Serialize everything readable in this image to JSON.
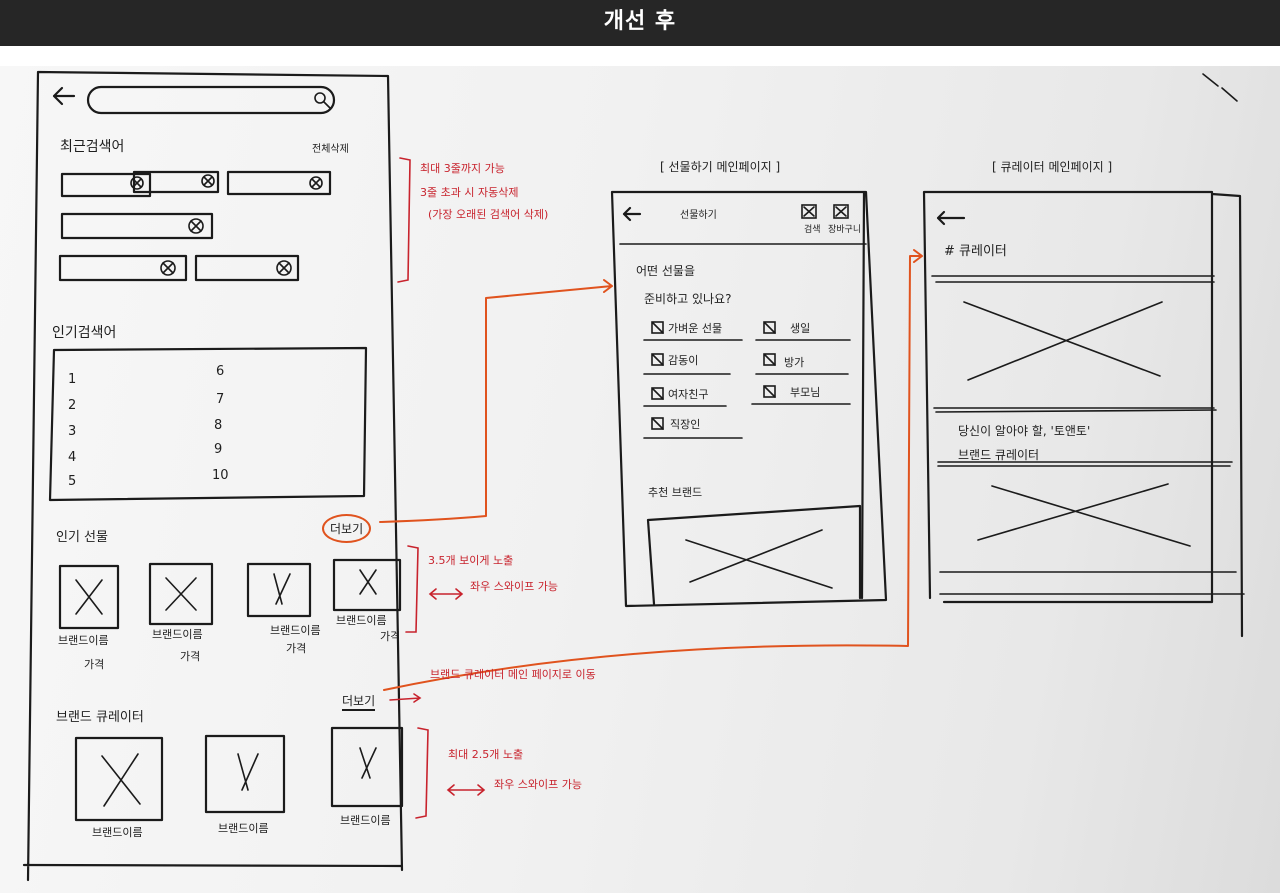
{
  "header": {
    "title": "개선 후"
  },
  "search_screen": {
    "recent_label": "최근검색어",
    "delete_all": "전체삭제",
    "popular_label": "인기검색어",
    "rank_numbers": [
      "1",
      "2",
      "3",
      "4",
      "5",
      "6",
      "7",
      "8",
      "9",
      "10"
    ],
    "popular_gifts_label": "인기 선물",
    "more": "더보기",
    "gift_items": [
      {
        "name": "브랜드이름",
        "price": "가격"
      },
      {
        "name": "브랜드이름",
        "price": "가격"
      },
      {
        "name": "브랜드이름",
        "price": "가격"
      },
      {
        "name": "브랜드이름",
        "price": "가격"
      }
    ],
    "brand_curator_label": "브랜드 큐레이터",
    "brand_more": "더보기",
    "brand_items": [
      "브랜드이름",
      "브랜드이름",
      "브랜드이름"
    ]
  },
  "annotations": {
    "recent_notes": [
      "최대 3줄까지 가능",
      "3줄 초과 시 자동삭제",
      "(가장 오래된 검색어 삭제)"
    ],
    "gift_notes": [
      "3.5개 보이게 노출",
      "좌우 스와이프 가능"
    ],
    "brand_link_note": "브랜드 큐레이터 메인 페이지로 이동",
    "brand_notes": [
      "최대 2.5개 노출",
      "좌우 스와이프 가능"
    ]
  },
  "gift_main": {
    "caption": "[ 선물하기 메인페이지 ]",
    "title": "선물하기",
    "icon_labels": [
      "검색",
      "장바구니"
    ],
    "question_line1": "어떤 선물을",
    "question_line2": "준비하고 있나요?",
    "categories": [
      "가벼운 선물",
      "생일",
      "감동이",
      "방가",
      "여자친구",
      "부모님",
      "직장인"
    ],
    "recommend_label": "추천 브랜드"
  },
  "curator_main": {
    "caption": "[ 큐레이터 메인페이지 ]",
    "tag": "# 큐레이터",
    "article_line1": "당신이 알아야 할, '토앤토'",
    "article_line2": "브랜드 큐레이터"
  },
  "colors": {
    "ink": "#1b1b1b",
    "note_red": "#c8232d",
    "arrow_orange": "#e0531e",
    "header_bg": "#262626"
  }
}
